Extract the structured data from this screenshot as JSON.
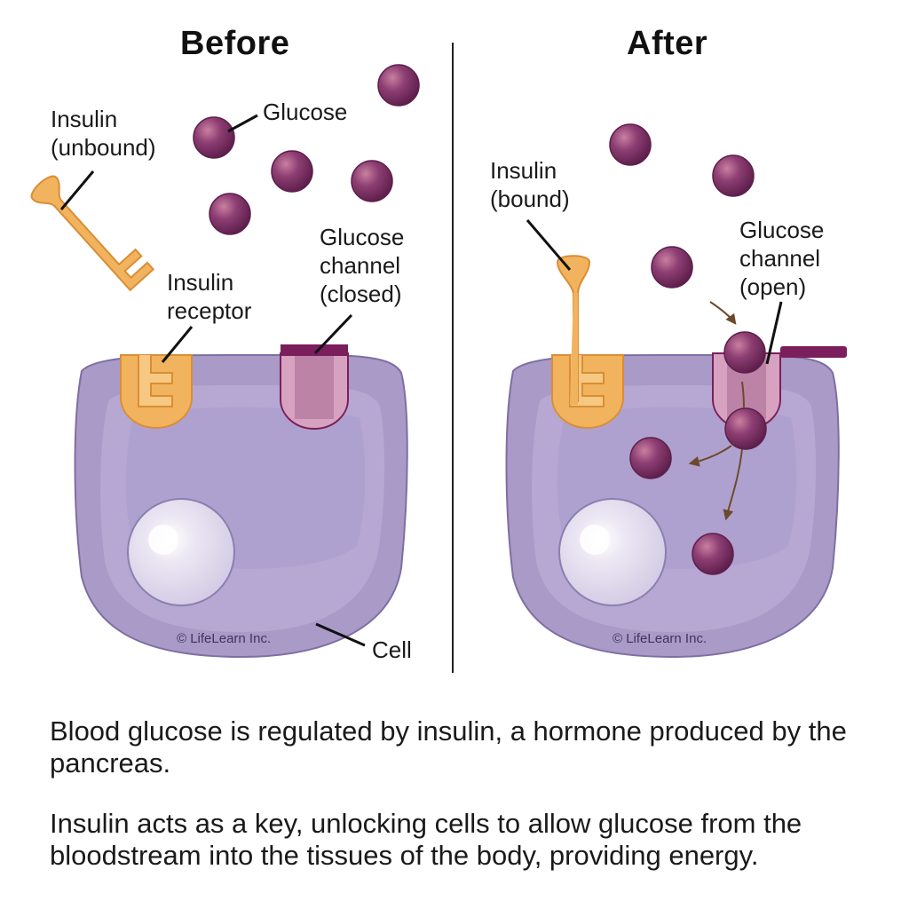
{
  "headings": {
    "before": "Before",
    "after": "After"
  },
  "labels": {
    "insulin_unbound": [
      "Insulin",
      "(unbound)"
    ],
    "glucose": "Glucose",
    "insulin_receptor": [
      "Insulin",
      "receptor"
    ],
    "channel_closed": [
      "Glucose",
      "channel",
      "(closed)"
    ],
    "cell": "Cell",
    "insulin_bound": [
      "Insulin",
      "(bound)"
    ],
    "channel_open": [
      "Glucose",
      "channel",
      "(open)"
    ]
  },
  "copyright": "© LifeLearn Inc.",
  "caption": {
    "line1": "Blood glucose is regulated by insulin, a hormone produced by the pancreas.",
    "line2": "Insulin acts as a key, unlocking cells to allow glucose from the bloodstream into the tissues of the body, providing energy."
  },
  "colors": {
    "cell": "#a99ac7",
    "cell_inner": "#b9aad4",
    "nucleus": "#dcd5ea",
    "glucose": "#7e3468",
    "insulin": "#f2b35e",
    "channel": "#b06c98",
    "gate": "#7a1f5c",
    "arrow": "#6b4a2c"
  },
  "icons": {
    "glucose": "glucose-molecule-icon",
    "insulin": "insulin-key-icon"
  }
}
